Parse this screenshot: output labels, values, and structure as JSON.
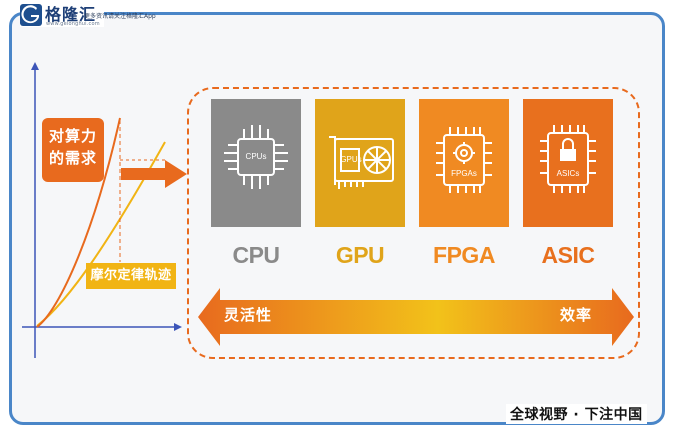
{
  "header": {
    "logo_text": "格隆汇",
    "logo_url": "www.gelonghui.com",
    "slogan": "更多资讯请关注格隆汇App"
  },
  "chart_left": {
    "demand_label": "对算力的需求",
    "moore_label": "摩尔定律轨迹",
    "colors": {
      "demand": "#e86a1e",
      "moore": "#f1b414",
      "axis": "#3c55b8"
    }
  },
  "chips": [
    {
      "name": "CPU",
      "inner": "CPUs",
      "color": "#8a8a8a",
      "label_color": "#8a8a8a",
      "icon": "cpu-chip-icon"
    },
    {
      "name": "GPU",
      "inner": "GPUs",
      "color": "#e0a41a",
      "label_color": "#e0a41a",
      "icon": "gpu-card-icon"
    },
    {
      "name": "FPGA",
      "inner": "FPGAs",
      "color": "#f08a22",
      "label_color": "#f08a22",
      "icon": "fpga-chip-icon"
    },
    {
      "name": "ASIC",
      "inner": "ASICs",
      "color": "#e8701e",
      "label_color": "#e8701e",
      "icon": "asic-lock-chip-icon"
    }
  ],
  "scale": {
    "left_label": "灵活性",
    "right_label": "效率",
    "gradient": [
      "#e86a1e",
      "#f2c21a",
      "#e86a1e"
    ]
  },
  "watermark": {
    "url_text": "www.gelonghui.com",
    "big_text": "格隆汇"
  },
  "footer": {
    "text": "全球视野 · 下注中国"
  }
}
